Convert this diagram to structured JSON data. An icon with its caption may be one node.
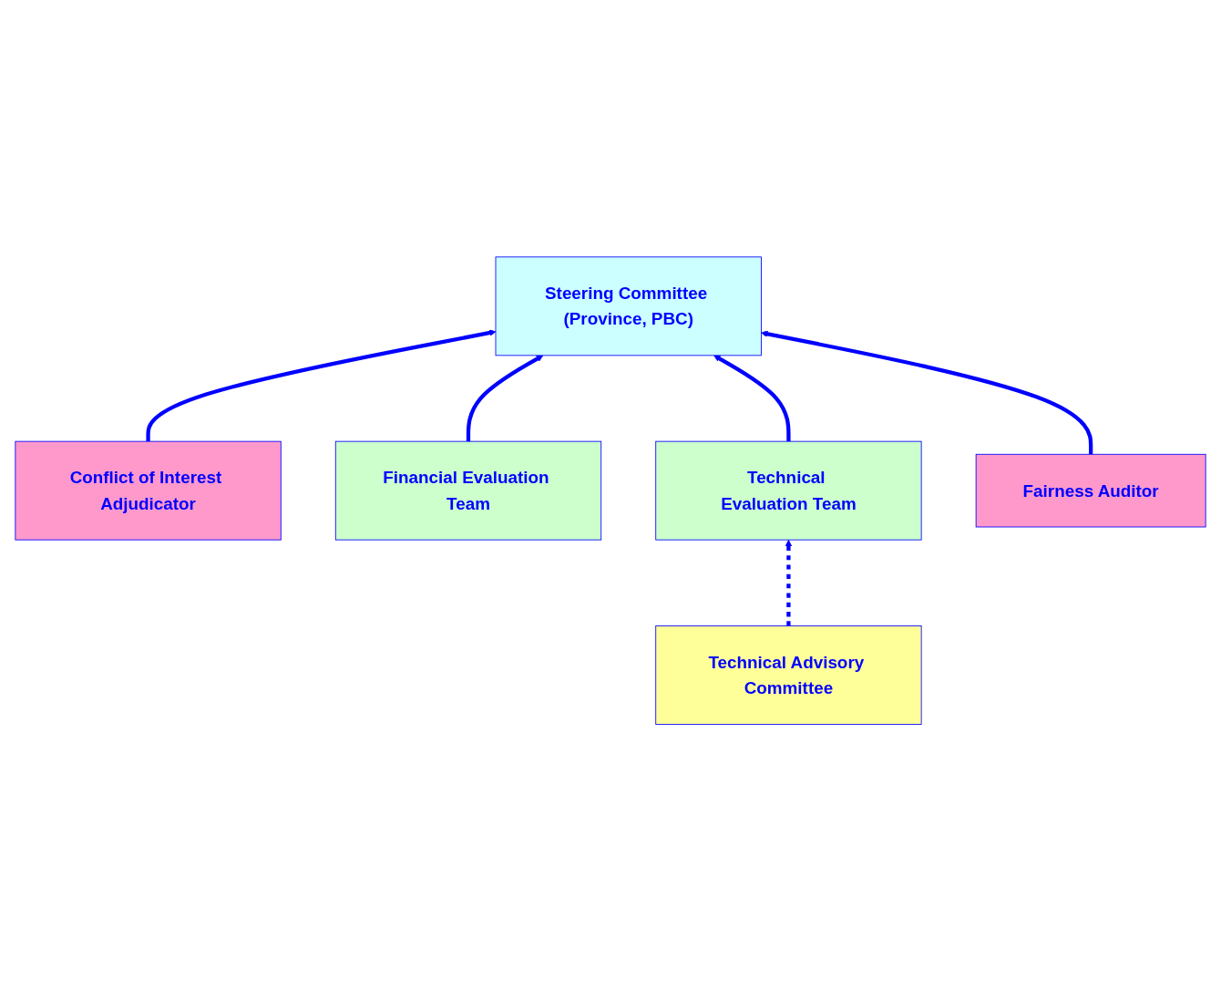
{
  "diagram": {
    "nodes": [
      {
        "text": [
          "Steering Committee (Province, PBC)"
        ]
      },
      {
        "text": [
          "Conflict of Interest Adjudicator"
        ]
      },
      {
        "text": [
          "Fairness Auditor"
        ]
      },
      {
        "text": [
          "Technical Evaluation Team"
        ]
      },
      {
        "text": [
          "Financial Evaluation Team"
        ]
      },
      {
        "text": [
          "Technical Advisory Committee"
        ]
      }
    ],
    "edges": [
      {
        "from": 1,
        "to": 0,
        "arrow": "to"
      },
      {
        "from": 4,
        "to": 0,
        "arrow": "to"
      },
      {
        "from": 3,
        "to": 0,
        "arrow": "to"
      },
      {
        "from": 2,
        "to": 0,
        "arrow": "to"
      },
      {
        "from": 5,
        "to": 3,
        "arrow": "to",
        "style": "dashed"
      }
    ]
  }
}
